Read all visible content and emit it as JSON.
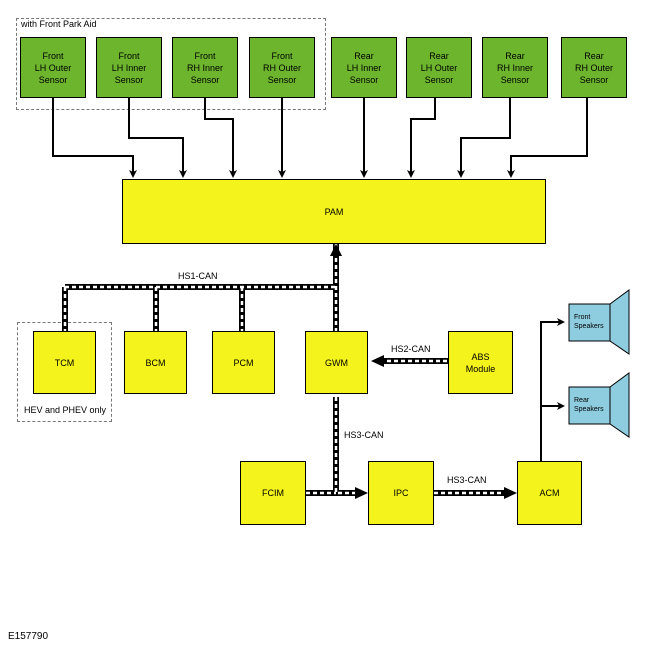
{
  "front_group_label": "with Front Park Aid",
  "hev_group_label": "HEV and PHEV only",
  "sensors": [
    {
      "label": "Front\nLH Outer\nSensor"
    },
    {
      "label": "Front\nLH Inner\nSensor"
    },
    {
      "label": "Front\nRH Inner\nSensor"
    },
    {
      "label": "Front\nRH Outer\nSensor"
    },
    {
      "label": "Rear\nLH Inner\nSensor"
    },
    {
      "label": "Rear\nLH Outer\nSensor"
    },
    {
      "label": "Rear\nRH Inner\nSensor"
    },
    {
      "label": "Rear\nRH Outer\nSensor"
    }
  ],
  "modules": {
    "pam": "PAM",
    "tcm": "TCM",
    "bcm": "BCM",
    "pcm": "PCM",
    "gwm": "GWM",
    "abs": "ABS\nModule",
    "fcim": "FCIM",
    "ipc": "IPC",
    "acm": "ACM"
  },
  "buses": {
    "hs1": "HS1-CAN",
    "hs2": "HS2-CAN",
    "hs3_vertical": "HS3-CAN",
    "hs3_horizontal": "HS3-CAN"
  },
  "speakers": {
    "front": "Front\nSpeakers",
    "rear": "Rear\nSpeakers"
  },
  "colors": {
    "sensor_fill": "#6cb52d",
    "module_fill": "#f4f41c",
    "speaker_fill": "#8ecde0"
  },
  "reference": "E157790"
}
